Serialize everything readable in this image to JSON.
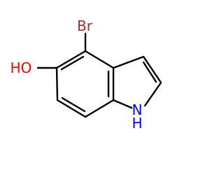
{
  "molecule": {
    "atoms": {
      "br": {
        "label": "Br",
        "color": "#a52a2a"
      },
      "oh": {
        "label": "HO",
        "color": "#ff0000"
      },
      "nh": {
        "label": "H",
        "color": "#0000ff"
      },
      "n": {
        "label": "N",
        "color": "#0000ff"
      }
    }
  }
}
